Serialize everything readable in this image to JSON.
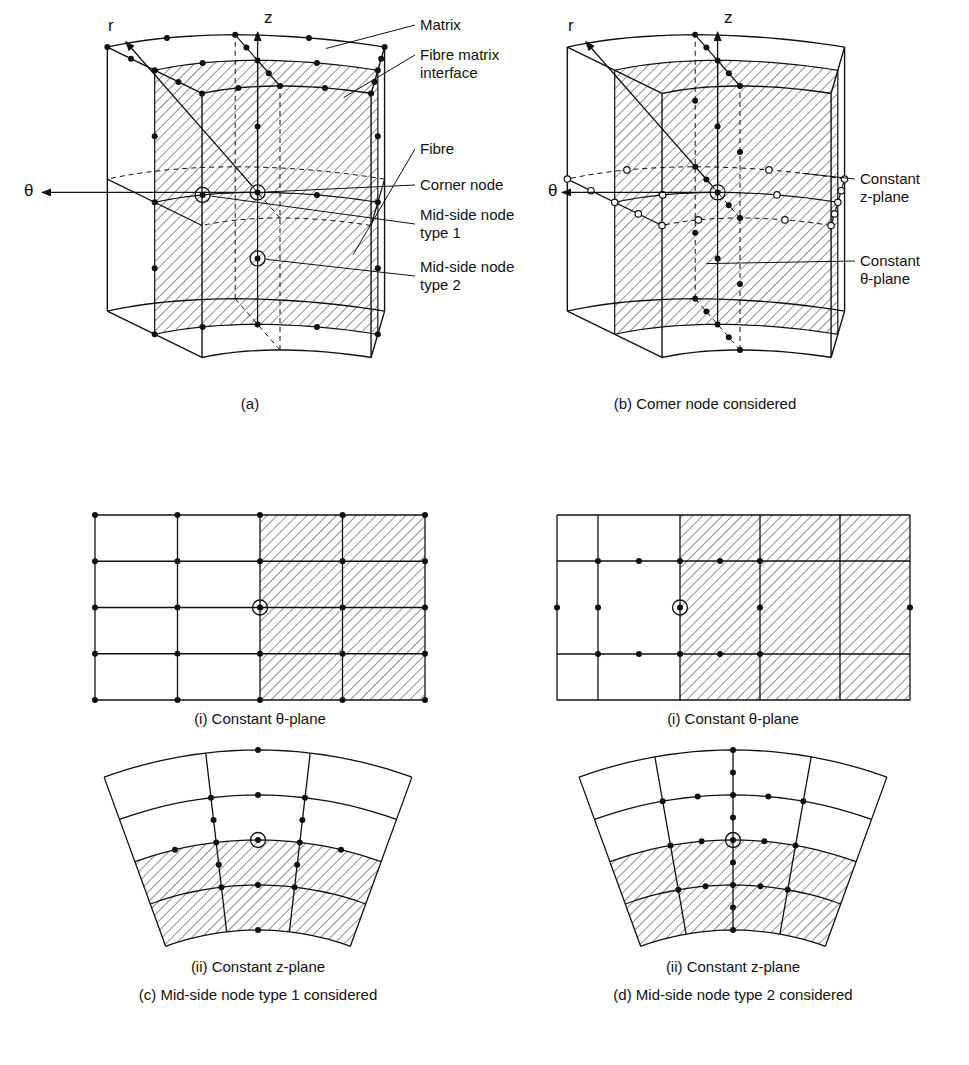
{
  "diagram": {
    "labels": [
      "Matrix",
      "z",
      "r",
      "Fibre matrix interface",
      "θ",
      "Fibre",
      "Corner node",
      "Mid-side node type 1",
      "Mid-side node type 2",
      "(a)",
      "z",
      "r",
      "θ",
      "Constant z-plane",
      "Constant θ-plane",
      "(b) Comer node considered",
      "(i) Constant θ-plane",
      "(i) Constant θ-plane",
      "(ii) Constant z-plane",
      "(ii) Constant z-plane",
      "(c) Mid-side node type 1 considered",
      "(d) Mid-side node type 2 considered"
    ]
  }
}
